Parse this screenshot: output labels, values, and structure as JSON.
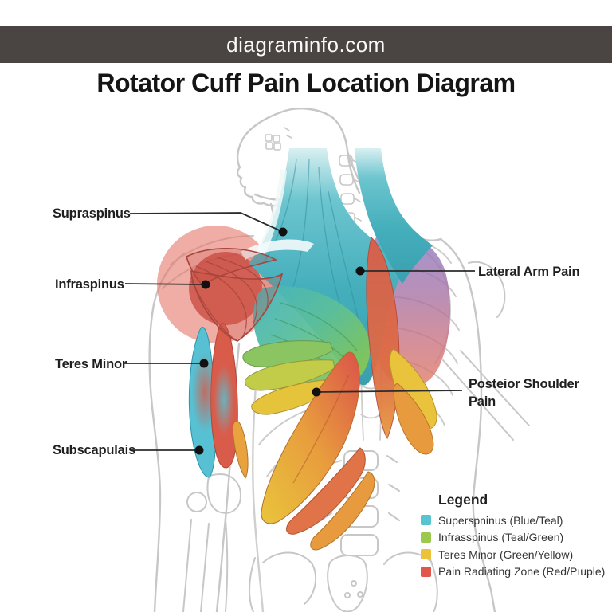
{
  "header": {
    "site_name": "diagraminfo.com",
    "bar_color": "#4a4542"
  },
  "title": "Rotator Cuff Pain Location Diagram",
  "diagram": {
    "labels_left": [
      {
        "text": "Supraspinus"
      },
      {
        "text": "Infraspinus"
      },
      {
        "text": "Teres Minor"
      },
      {
        "text": "Subscapulais"
      }
    ],
    "labels_right": [
      {
        "text": "Lateral Arm Pain"
      },
      {
        "text": "Posteior Shoulder Pain"
      }
    ],
    "region_palette": {
      "supraspinatus_teal": "#47b4c1",
      "infraspinatus_green": "#8cc84f",
      "teres_minor_yellow": "#e8c43c",
      "pain_zone_red": "#da5a49",
      "pain_zone_purple": "#8d7ac2"
    }
  },
  "legend": {
    "title": "Legend",
    "items": [
      {
        "label": "Superspninus (Blue/Teal)",
        "color": "#56c5d0"
      },
      {
        "label": "Infrasspinus (Teal/Green)",
        "color": "#9dc84e"
      },
      {
        "label": "Teres Minor (Green/Yellow)",
        "color": "#ecc23d"
      },
      {
        "label": "Pain Radiating Zone (Red/Pıuple)",
        "color": "#e2574c"
      }
    ]
  }
}
